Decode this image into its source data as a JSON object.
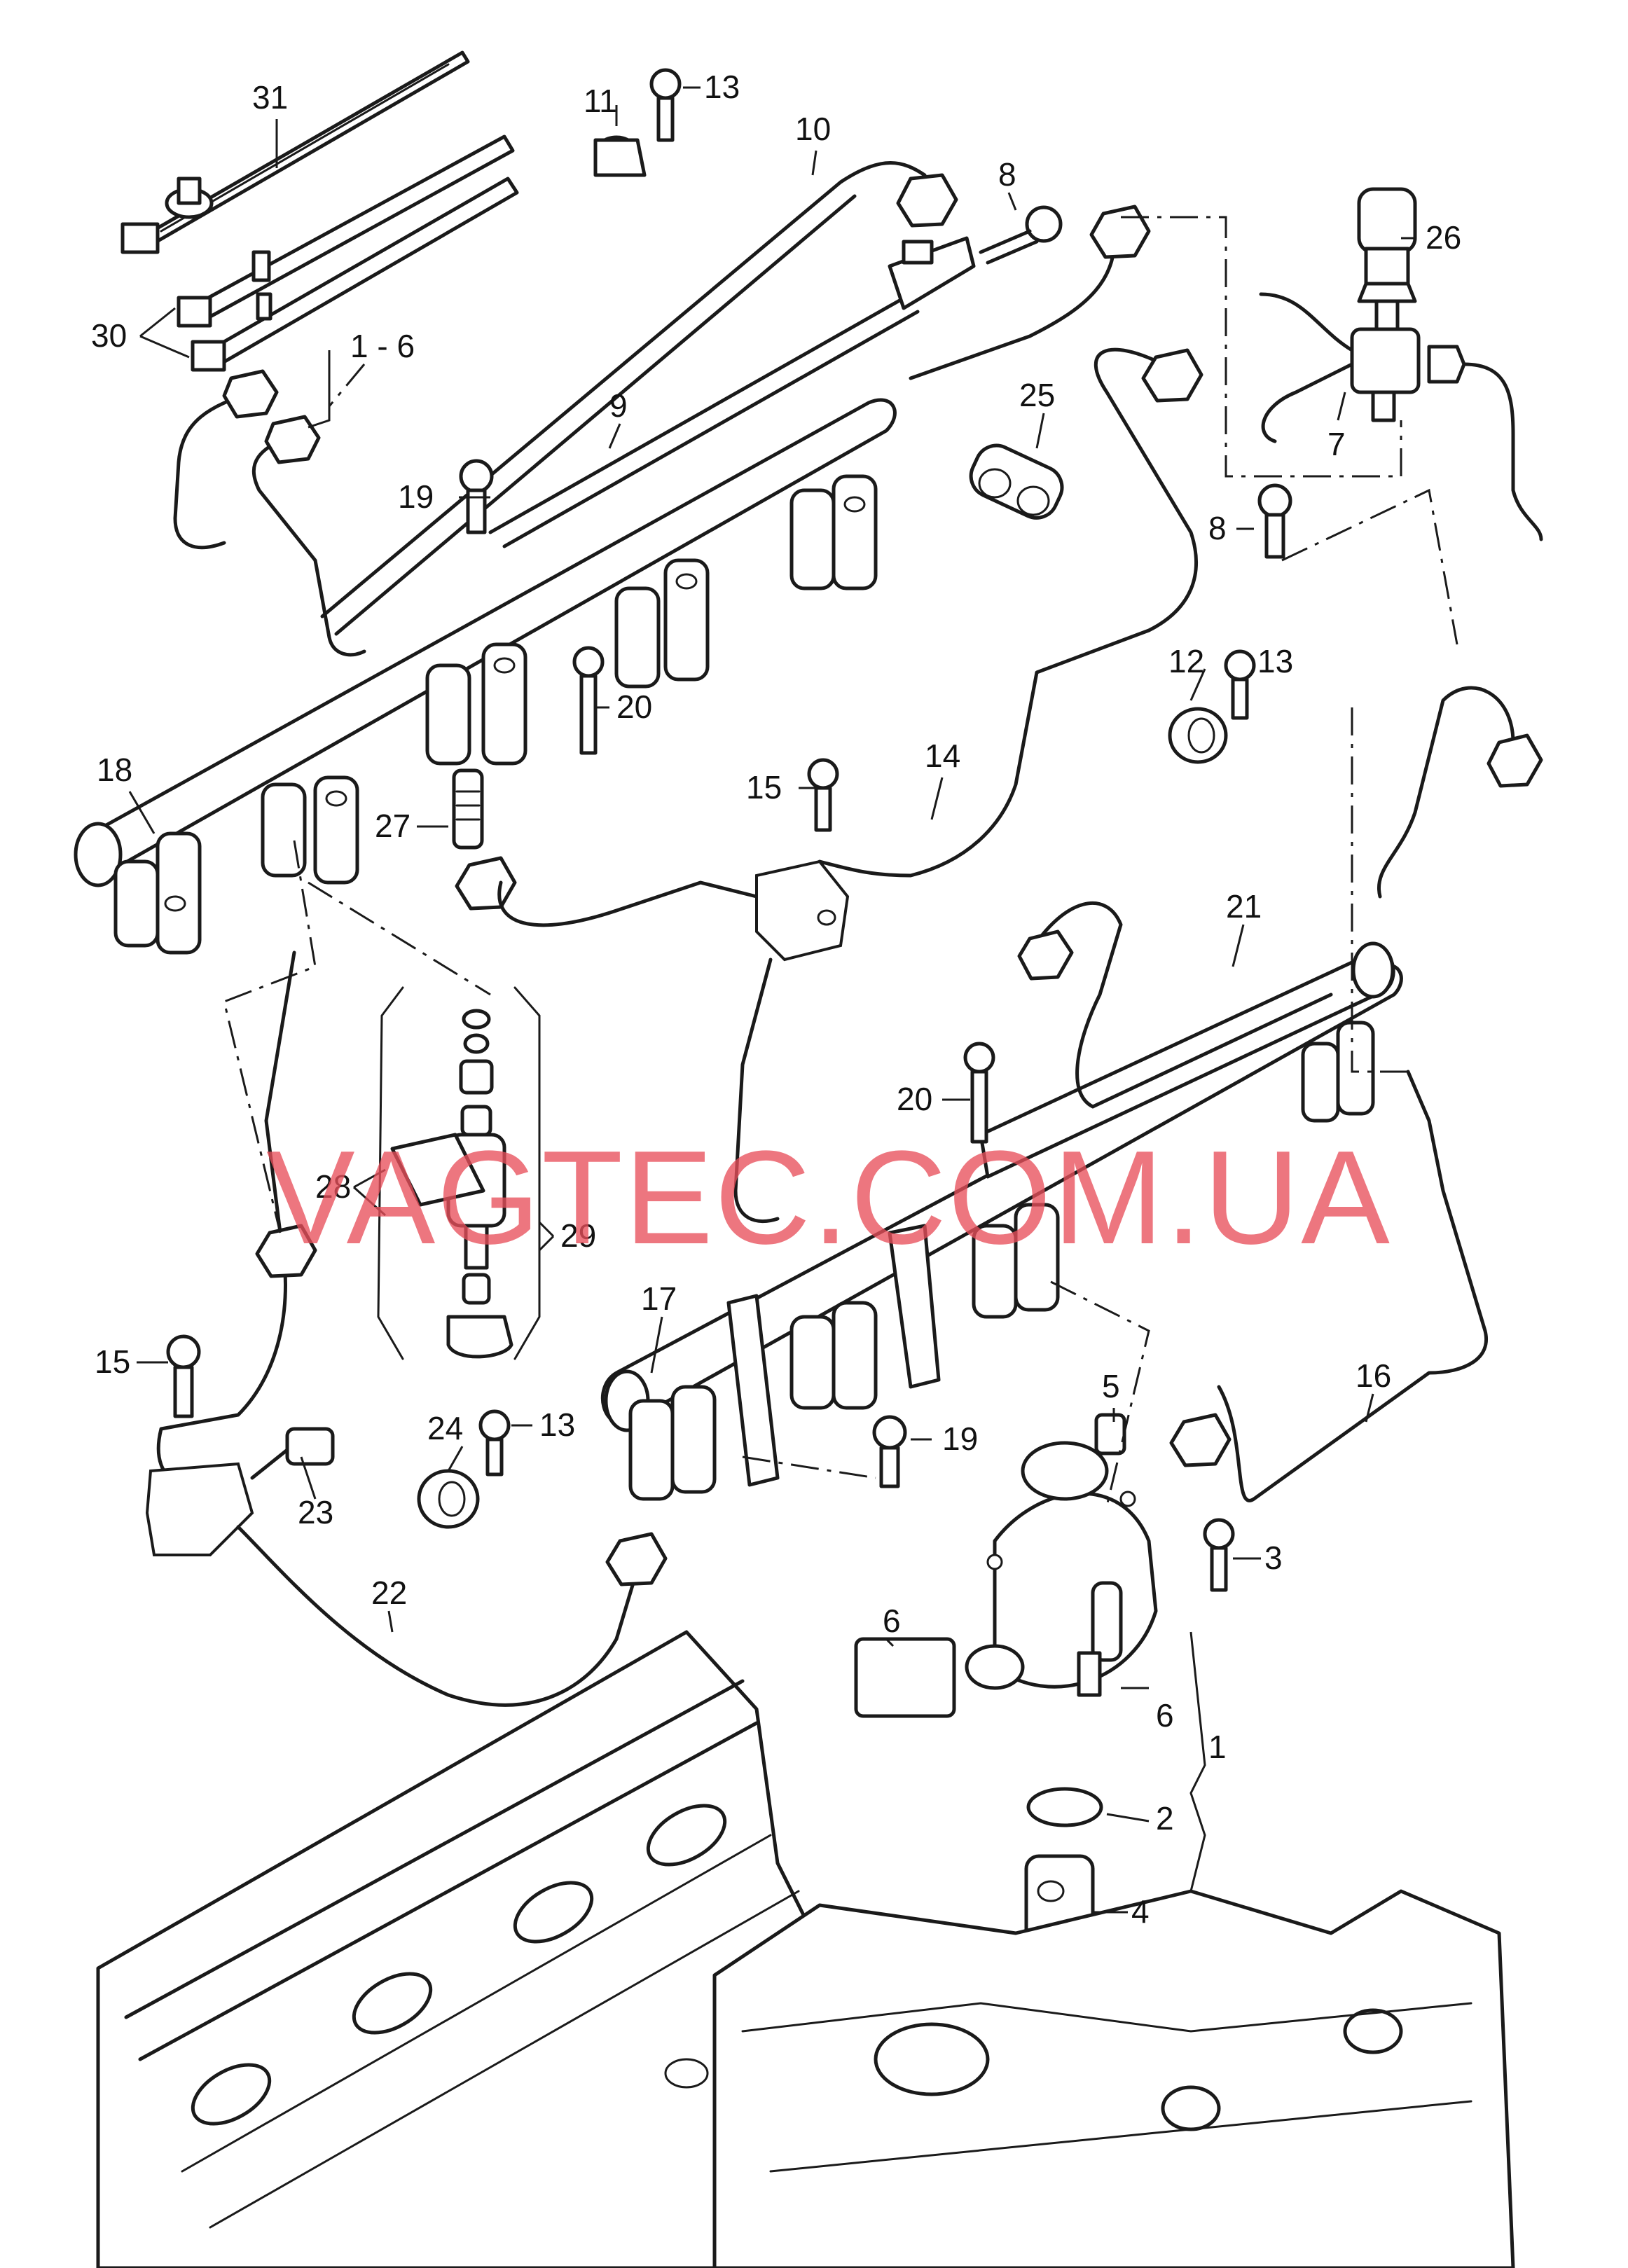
{
  "watermark": "VAGTEC.COM.UA",
  "callouts": {
    "c31": "31",
    "c30": "30",
    "c1_6": "1 - 6",
    "c11": "11",
    "c13a": "13",
    "c10": "10",
    "c8a": "8",
    "c26": "26",
    "c9": "9",
    "c25": "25",
    "c7": "7",
    "c19a": "19",
    "c8b": "8",
    "c12": "12",
    "c13b": "13",
    "c20a": "20",
    "c18": "18",
    "c14": "14",
    "c15a": "15",
    "c27": "27",
    "c21": "21",
    "c20b": "20",
    "c28": "28",
    "c29": "29",
    "c17": "17",
    "c16": "16",
    "c5": "5",
    "c15b": "15",
    "c24": "24",
    "c13c": "13",
    "c19b": "19",
    "c3": "3",
    "c23": "23",
    "c22": "22",
    "c6a": "6",
    "c6b": "6",
    "c1": "1",
    "c2": "2",
    "c4": "4"
  },
  "colors": {
    "line": "#1a1a1a",
    "watermark": "#e8505b",
    "background": "#ffffff"
  }
}
